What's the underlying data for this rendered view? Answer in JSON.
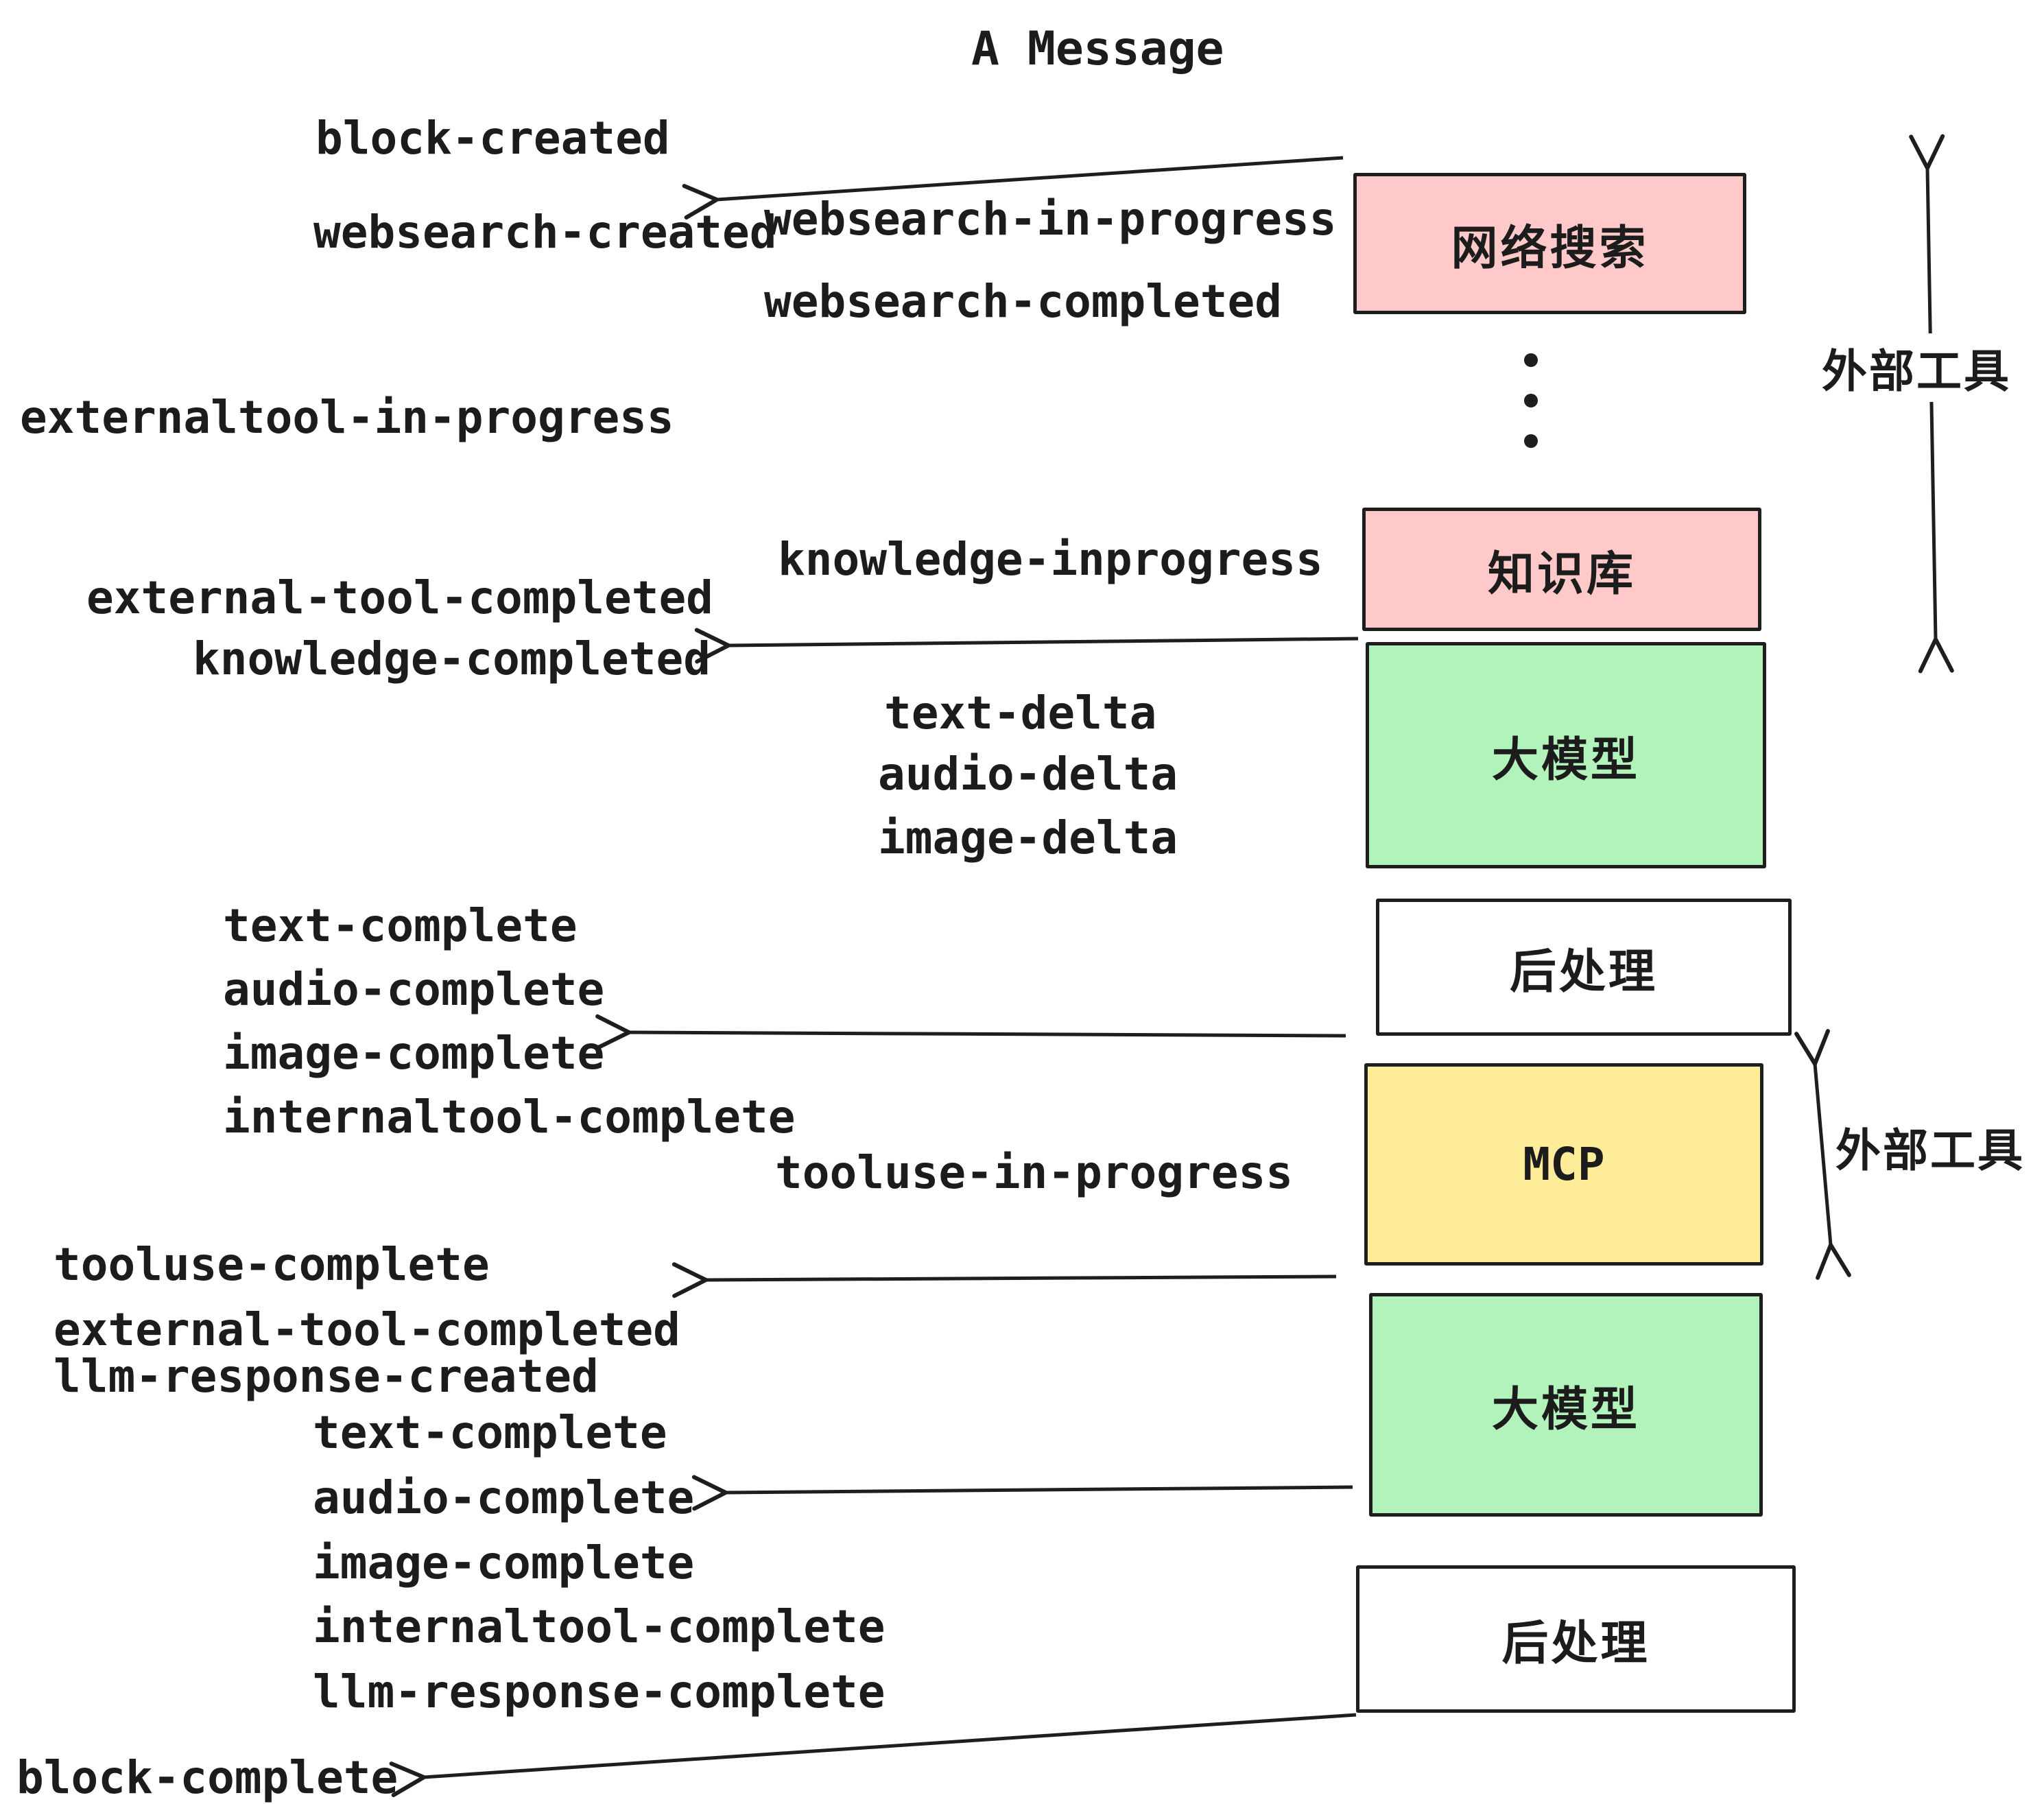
{
  "title": "A Message",
  "colors": {
    "stroke": "#1e1e1e",
    "pink": "#ffc9c9",
    "green": "#b2f2bb",
    "yellow": "#ffec99",
    "white": "#ffffff"
  },
  "events": [
    {
      "text": "block-created"
    },
    {
      "text": "websearch-created"
    },
    {
      "text": "websearch-in-progress"
    },
    {
      "text": "websearch-completed"
    },
    {
      "text": "externaltool-in-progress"
    },
    {
      "text": "knowledge-inprogress"
    },
    {
      "text": "external-tool-completed"
    },
    {
      "text": "knowledge-completed"
    },
    {
      "text": "text-delta"
    },
    {
      "text": "audio-delta"
    },
    {
      "text": "image-delta"
    },
    {
      "text": "text-complete"
    },
    {
      "text": "audio-complete"
    },
    {
      "text": "image-complete"
    },
    {
      "text": "internaltool-complete"
    },
    {
      "text": "tooluse-in-progress"
    },
    {
      "text": "tooluse-complete"
    },
    {
      "text": "external-tool-completed"
    },
    {
      "text": "llm-response-created"
    },
    {
      "text": "text-complete"
    },
    {
      "text": "audio-complete"
    },
    {
      "text": "image-complete"
    },
    {
      "text": "internaltool-complete"
    },
    {
      "text": "llm-response-complete"
    },
    {
      "text": "block-complete"
    }
  ],
  "boxes": [
    {
      "label": "网络搜索",
      "fill": "#ffc9c9"
    },
    {
      "label": "知识库",
      "fill": "#ffc9c9"
    },
    {
      "label": "大模型",
      "fill": "#b2f2bb"
    },
    {
      "label": "后处理",
      "fill": "#ffffff"
    },
    {
      "label": "MCP",
      "fill": "#ffec99"
    },
    {
      "label": "大模型",
      "fill": "#b2f2bb"
    },
    {
      "label": "后处理",
      "fill": "#ffffff"
    }
  ],
  "side_labels": [
    {
      "text": "外部工具"
    },
    {
      "text": "外部工具"
    }
  ]
}
